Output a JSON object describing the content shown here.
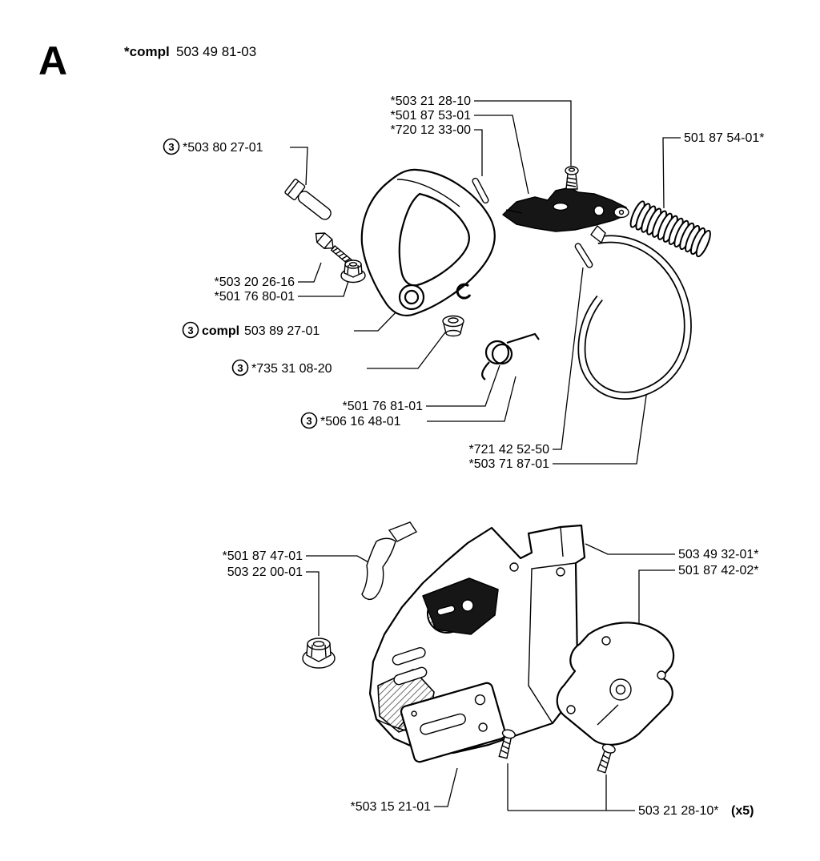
{
  "page": {
    "section_letter": "A",
    "title": {
      "prefix_bold": "*compl",
      "number": "503 49 81-03"
    }
  },
  "labels": [
    {
      "text": "*503 21 28-10"
    },
    {
      "text": "*501 87 53-01"
    },
    {
      "text": "*720 12 33-00"
    },
    {
      "text": "501 87 54-01*"
    },
    {
      "marker": "3",
      "text": "*503 80 27-01"
    },
    {
      "text": "*503 20 26-16"
    },
    {
      "text": "*501 76 80-01"
    },
    {
      "marker": "3",
      "prefix_bold": "compl",
      "text": "503 89 27-01"
    },
    {
      "marker": "3",
      "text": "*735 31 08-20"
    },
    {
      "text": "*501 76 81-01"
    },
    {
      "marker": "3",
      "text": "*506 16 48-01"
    },
    {
      "text": "*721 42 52-50"
    },
    {
      "text": "*503 71 87-01"
    },
    {
      "text": "*501 87 47-01"
    },
    {
      "text": "503 22 00-01"
    },
    {
      "text": "503 49 32-01*"
    },
    {
      "text": "501 87 42-02*"
    },
    {
      "text": "*503 15 21-01"
    },
    {
      "text": "503 21 28-10*",
      "suffix_bold": "(x5)"
    }
  ]
}
